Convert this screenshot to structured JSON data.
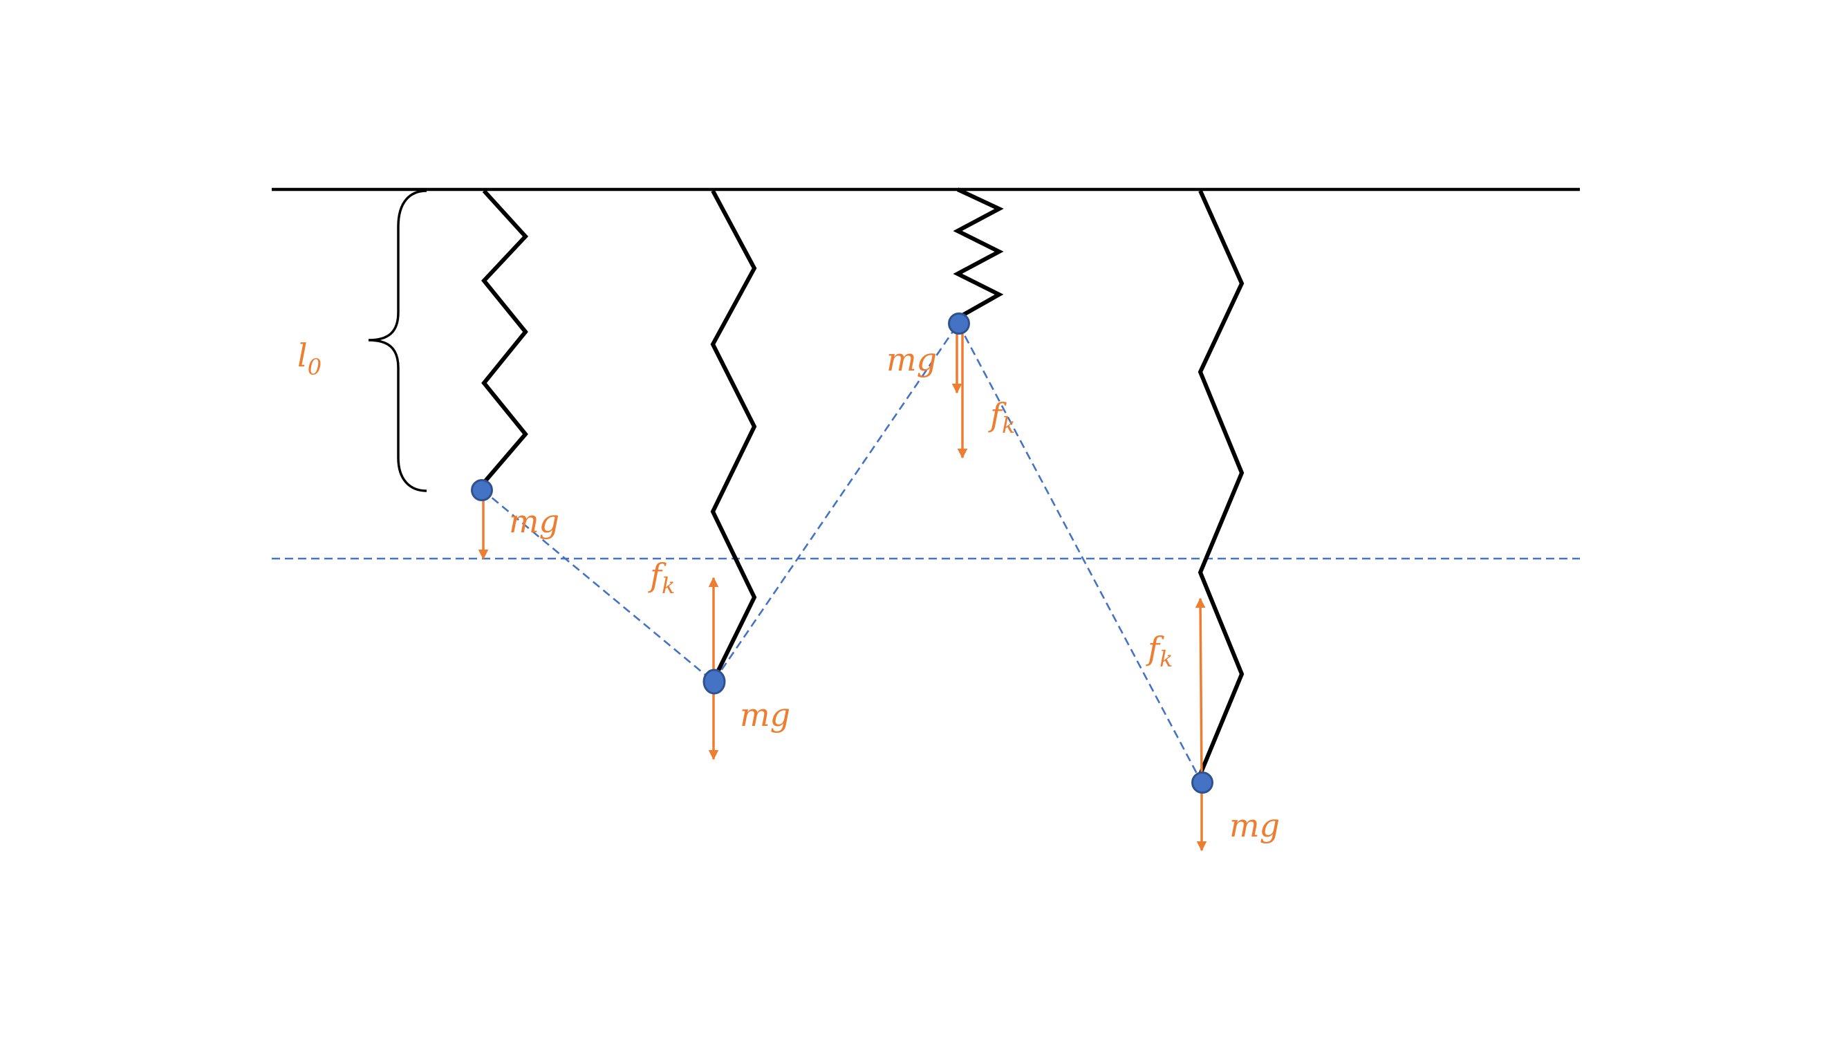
{
  "labels": {
    "natural_length": "l",
    "natural_length_sub": "0",
    "gravity": "mg",
    "spring_force": "f",
    "spring_force_sub": "k"
  },
  "colors": {
    "spring": "#000000",
    "mass": "#4472C4",
    "mass_outline": "#2F528F",
    "guide": "#4472C4",
    "force": "#ED7D31"
  }
}
